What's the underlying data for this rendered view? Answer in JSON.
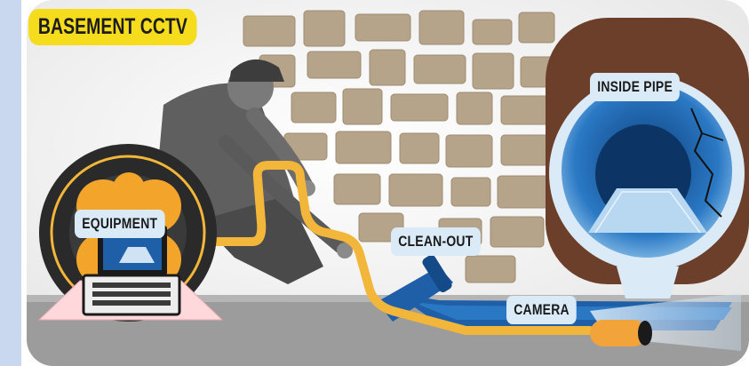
{
  "title": "BASEMENT CCTV",
  "labels": {
    "equipment": "EQUIPMENT",
    "clean_out": "CLEAN-OUT",
    "camera": "CAMERA",
    "inside_pipe": "INSIDE PIPE"
  },
  "colors": {
    "title_bg": "#f5dc1c",
    "cable": "#f2b63a",
    "pipe_blue": "#1f5fa8",
    "soil": "#6b3f2a",
    "label_bg": "#dbeaf7",
    "side_bar": "#c9d7ef"
  },
  "icons": [
    "worker-figure",
    "stone-wall",
    "equipment-reel",
    "laptop-monitor",
    "camera-head",
    "pipe-interior"
  ]
}
